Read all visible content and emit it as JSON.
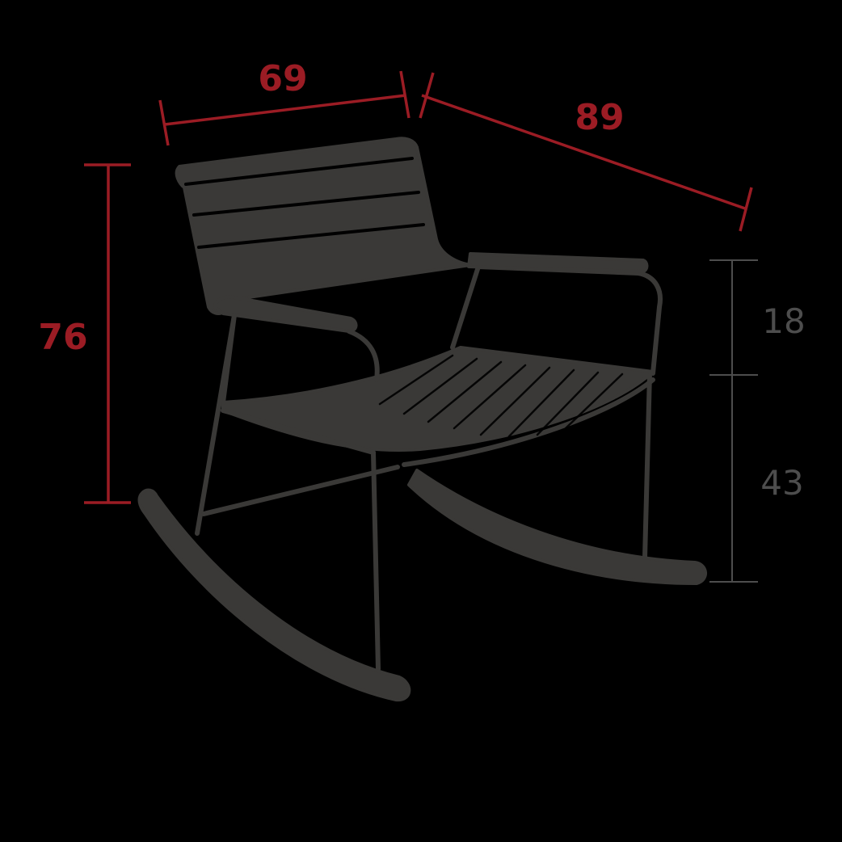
{
  "colors": {
    "background": "#000000",
    "chair": "#3a3937",
    "chair_outline": "#4a4946",
    "dimension_red": "#9b1c24",
    "dimension_gray": "#4d4d4d"
  },
  "dimensions": {
    "width": "69",
    "depth": "89",
    "height": "76",
    "armrest_height": "18",
    "seat_height": "43"
  }
}
